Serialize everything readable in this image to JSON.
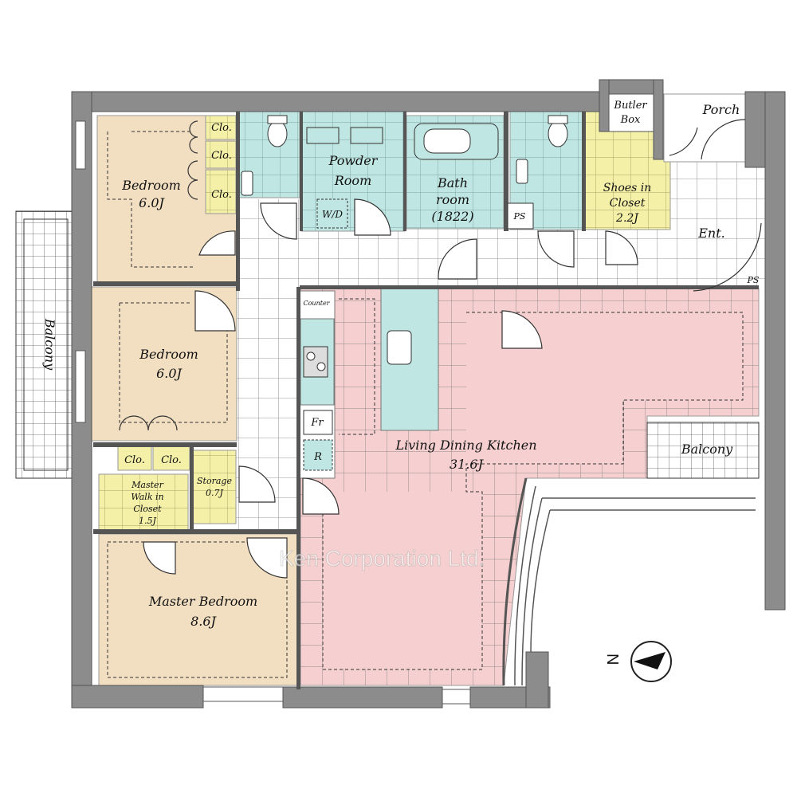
{
  "rooms": {
    "bedroom_top": {
      "name": "Bedroom",
      "size": "6.0J"
    },
    "bedroom_mid": {
      "name": "Bedroom",
      "size": "6.0J"
    },
    "master_bedroom": {
      "name": "Master Bedroom",
      "size": "8.6J"
    },
    "master_wic": {
      "line1": "Master",
      "line2": "Walk in",
      "line3": "Closet",
      "size": "1.5J"
    },
    "storage": {
      "name": "Storage",
      "size": "0.7J"
    },
    "closet_label": "Clo.",
    "powder_room": {
      "line1": "Powder",
      "line2": "Room"
    },
    "wd": "W/D",
    "bath_room": {
      "line1": "Bath",
      "line2": "room",
      "line3": "(1822)"
    },
    "ps": "PS",
    "shoes_closet": {
      "line1": "Shoes in",
      "line2": "Closet",
      "size": "2.2J"
    },
    "butler_box": {
      "line1": "Butler",
      "line2": "Box"
    },
    "porch": "Porch",
    "entrance": "Ent.",
    "ldk": {
      "name": "Living Dining Kitchen",
      "size": "31.6J"
    },
    "counter": "Counter",
    "fridge": "Fr",
    "r": "R",
    "balcony_west": "Balcony",
    "balcony_east": "Balcony"
  },
  "watermark": "Ken Corporation Ltd.",
  "compass": {
    "label": "N"
  },
  "colors": {
    "bedroom": "#f2dfc2",
    "closet": "#f4f0a8",
    "wet": "#bfe6e2",
    "ldk": "#f6d0d0",
    "wall": "#8c8c8c",
    "tile": "#ffffff"
  }
}
